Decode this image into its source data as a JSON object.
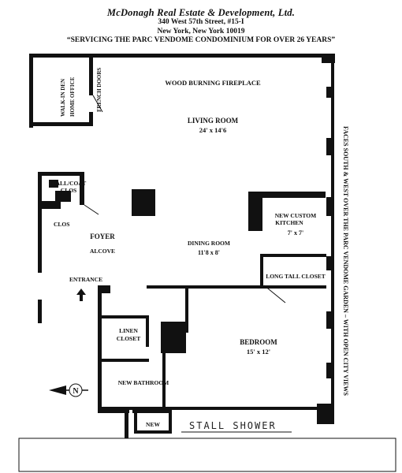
{
  "header": {
    "company": "McDonagh Real Estate & Development, Ltd.",
    "address": "340 West 57th Street, #15-I",
    "city": "New York, New York 10019",
    "slogan": "“SERVICING THE PARC VENDOME CONDOMINIUM FOR OVER 26 YEARS”"
  },
  "rooms": {
    "home_office_1": "WALK-IN DEN",
    "home_office_2": "HOME OFFICE",
    "french_doors": "FRENCH DOORS",
    "fireplace": "WOOD BURNING FIREPLACE",
    "living_room": "LIVING ROOM",
    "living_room_dim": "24' x 14'6",
    "hall_closet_1": "HALL/COAT",
    "hall_closet_2": "CLOS",
    "clos": "CLOS",
    "foyer": "FOYER",
    "alcove": "ALCOVE",
    "dining_room": "DINING ROOM",
    "dining_room_dim": "11'8 x 8'",
    "kitchen_1": "NEW CUSTOM",
    "kitchen_2": "KITCHEN",
    "kitchen_dim": "7' x 7'",
    "long_closet": "LONG TALL CLOSET",
    "entrance": "ENTRANCE",
    "linen_1": "LINEN",
    "linen_2": "CLOSET",
    "bedroom": "BEDROOM",
    "bedroom_dim": "15' x 12'",
    "bathroom": "NEW BATHROOM",
    "new_box": "NEW",
    "stall_shower": "STALL SHOWER"
  },
  "side_note": "FACES SOUTH & WEST OVER THE PARC VENDOME GARDEN – WITH OPEN CITY VIEWS",
  "compass": {
    "letter": "N",
    "icon": "north-arrow-icon"
  }
}
